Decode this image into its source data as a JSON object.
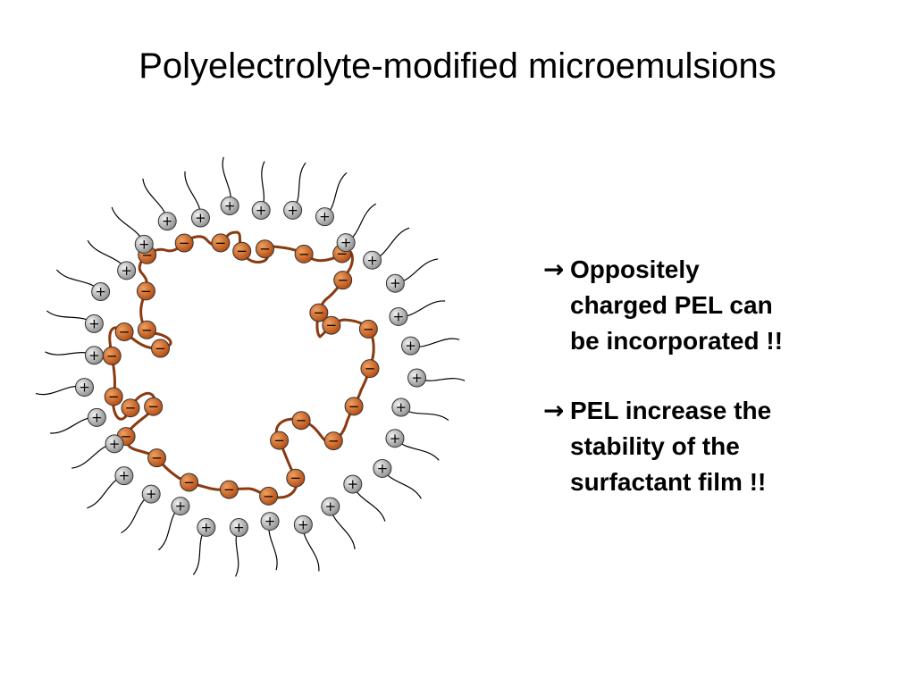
{
  "slide": {
    "title": "Polyelectrolyte-modified microemulsions"
  },
  "diagram": {
    "surfactant_charge_label": "+",
    "counter_charge_label": "−",
    "colors": {
      "pel_chain": "#8B3A0F",
      "negative_ball": "#C8581A",
      "positive_ball": "#A8A8A8",
      "tail": "#000000"
    }
  },
  "bullets": [
    {
      "arrow_icon": "right-arrow-icon",
      "arrow": "→",
      "lines": [
        "Oppositely",
        "charged PEL can",
        "be incorporated !!"
      ]
    },
    {
      "arrow_icon": "right-arrow-icon",
      "arrow": "→",
      "lines": [
        "PEL increase the",
        "stability of the",
        "surfactant film !!"
      ]
    }
  ]
}
